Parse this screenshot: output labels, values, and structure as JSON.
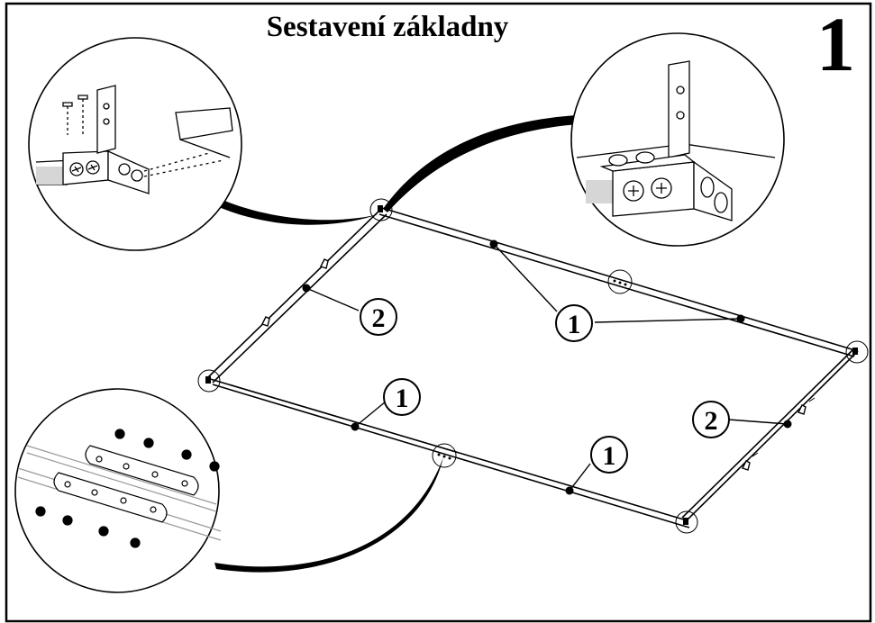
{
  "title": "Sestavení základny",
  "step_number": "1",
  "callouts": [
    {
      "id": "long-rail-top",
      "label": "1"
    },
    {
      "id": "long-rail-top-b",
      "label": "1"
    },
    {
      "id": "long-rail-bottom",
      "label": "1"
    },
    {
      "id": "long-rail-bottom-b",
      "label": "1"
    },
    {
      "id": "short-rail-left",
      "label": "2"
    },
    {
      "id": "short-rail-right",
      "label": "2"
    }
  ],
  "colors": {
    "line": "#000000",
    "fill": "#ffffff",
    "shade": "#d6d6d6"
  }
}
